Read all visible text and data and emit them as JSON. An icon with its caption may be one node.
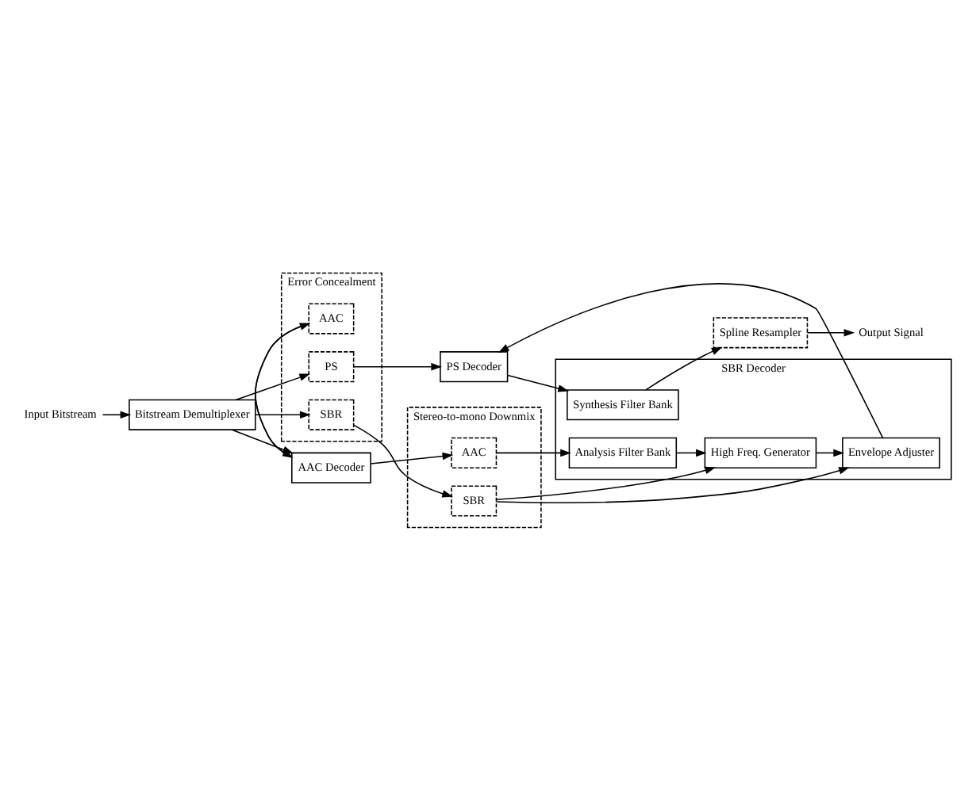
{
  "diagram": {
    "nodes": [
      {
        "text": [
          "Input Bitstream"
        ]
      },
      {
        "text": [
          "Bitstream Demultiplexer"
        ]
      },
      {
        "text": [
          "AAC Decoder"
        ]
      },
      {
        "text": [
          "Error Concealment"
        ]
      },
      {
        "text": [
          "AAC"
        ],
        "in": 3
      },
      {
        "text": [
          "SBR"
        ],
        "in": 3
      },
      {
        "text": [
          "PS"
        ],
        "in": 3
      },
      {
        "text": [
          "Stereo-to-mono Downmix"
        ]
      },
      {
        "text": [
          "AAC"
        ],
        "in": 7
      },
      {
        "text": [
          "SBR"
        ],
        "in": 7
      },
      {
        "text": [
          "SBR Decoder"
        ]
      },
      {
        "text": [
          "Analysis Filter Bank"
        ],
        "in": 10
      },
      {
        "text": [
          "High Freq. Generator"
        ],
        "in": 10
      },
      {
        "text": [
          "Envelope Adjuster"
        ],
        "in": 10
      },
      {
        "text": [
          "Synthesis Filter Bank"
        ],
        "in": 10
      },
      {
        "text": [
          "PS Decoder"
        ]
      },
      {
        "text": [
          "Spline Resampler"
        ]
      },
      {
        "text": [
          "Output Signal"
        ]
      }
    ],
    "edges": [
      {
        "from": 0,
        "to": 1,
        "arrow": "to"
      },
      {
        "from": 1,
        "to": 2,
        "arrow": "to"
      },
      {
        "from": 1,
        "to": 5,
        "arrow": "to"
      },
      {
        "from": 1,
        "to": 6,
        "arrow": "to"
      },
      {
        "from": 2,
        "to": 4,
        "arrow": "to"
      },
      {
        "from": 4,
        "to": 2,
        "arrow": "to"
      },
      {
        "from": 2,
        "to": 8,
        "arrow": "to"
      },
      {
        "from": 8,
        "to": 11,
        "arrow": "to"
      },
      {
        "from": 11,
        "to": 12,
        "arrow": "to"
      },
      {
        "from": 12,
        "to": 13,
        "arrow": "to"
      },
      {
        "from": 5,
        "to": 9,
        "arrow": "to"
      },
      {
        "from": 9,
        "to": 12,
        "arrow": "to"
      },
      {
        "from": 9,
        "to": 13,
        "arrow": "to"
      },
      {
        "from": 6,
        "to": 15,
        "arrow": "to"
      },
      {
        "from": 13,
        "to": 15,
        "arrow": "to"
      },
      {
        "from": 15,
        "to": 14,
        "arrow": "to"
      },
      {
        "from": 14,
        "to": 16,
        "arrow": "to"
      },
      {
        "from": 16,
        "to": 17,
        "arrow": "to"
      }
    ]
  }
}
